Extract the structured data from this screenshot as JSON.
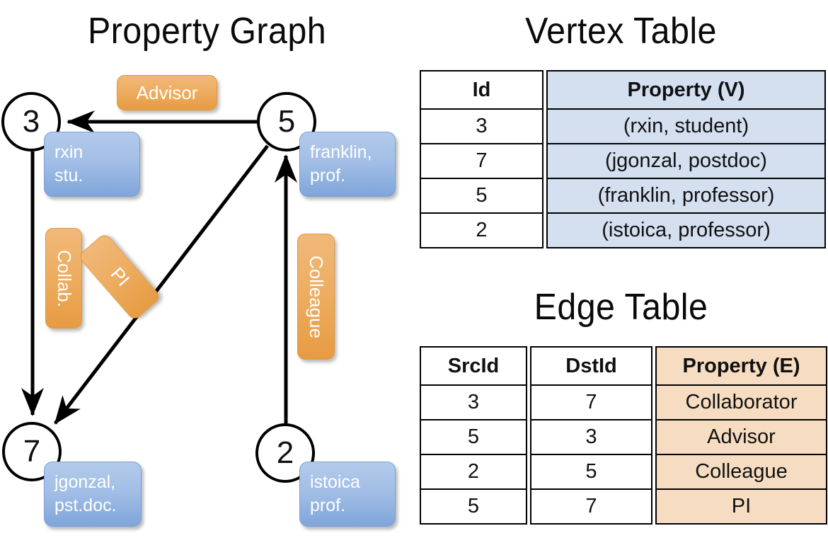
{
  "titles": {
    "property_graph": "Property Graph",
    "vertex_table": "Vertex Table",
    "edge_table": "Edge Table"
  },
  "colors": {
    "vertex_fill": "#d4dff0",
    "edge_fill": "#f6ddc2",
    "property_box": "#a3bfe6",
    "edge_label_box": "#eeae62",
    "stroke": "#000000"
  },
  "graph": {
    "vertices": [
      {
        "id": "3",
        "property": "rxin\nstu."
      },
      {
        "id": "5",
        "property": "franklin,\nprof."
      },
      {
        "id": "7",
        "property": "jgonzal,\npst.doc."
      },
      {
        "id": "2",
        "property": "istoica\nprof."
      }
    ],
    "edge_labels": {
      "advisor": "Advisor",
      "collab": "Collab.",
      "pi": "PI",
      "colleague": "Colleague"
    }
  },
  "vertex_table": {
    "headers": [
      "Id",
      "Property (V)"
    ],
    "rows": [
      {
        "id": "3",
        "property": "(rxin, student)"
      },
      {
        "id": "7",
        "property": "(jgonzal, postdoc)"
      },
      {
        "id": "5",
        "property": "(franklin, professor)"
      },
      {
        "id": "2",
        "property": "(istoica, professor)"
      }
    ]
  },
  "edge_table": {
    "headers": [
      "SrcId",
      "DstId",
      "Property (E)"
    ],
    "rows": [
      {
        "src": "3",
        "dst": "7",
        "property": "Collaborator"
      },
      {
        "src": "5",
        "dst": "3",
        "property": "Advisor"
      },
      {
        "src": "2",
        "dst": "5",
        "property": "Colleague"
      },
      {
        "src": "5",
        "dst": "7",
        "property": "PI"
      }
    ]
  }
}
